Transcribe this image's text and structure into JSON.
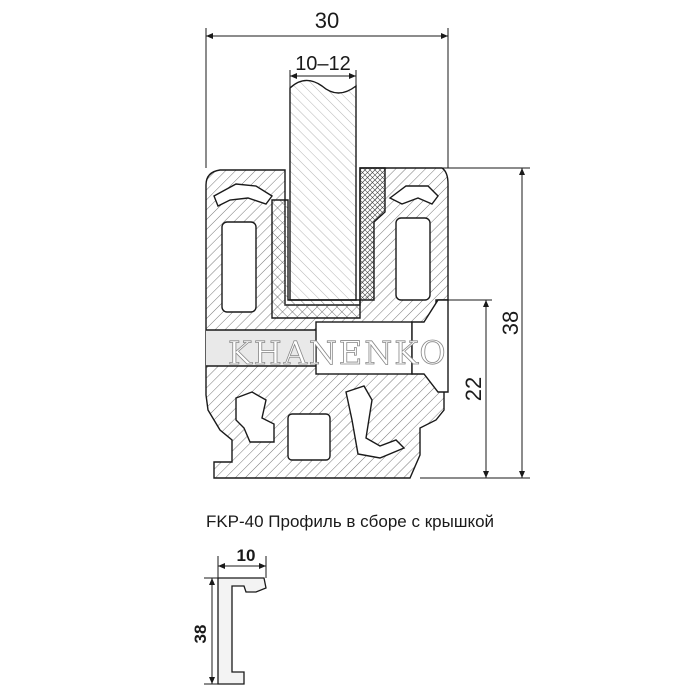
{
  "dimensions": {
    "overall_width": "30",
    "glass_range": "10–12",
    "height_total": "38",
    "height_lower": "22",
    "cover_width": "10",
    "cover_height": "38"
  },
  "watermark": "KHANENKO",
  "caption": "FKP-40 Профиль в сборе с крышкой",
  "colors": {
    "line": "#1a1a1a",
    "section_fill": "#f3f3f3",
    "hatch": "#555555",
    "watermark": "#ffffff"
  }
}
